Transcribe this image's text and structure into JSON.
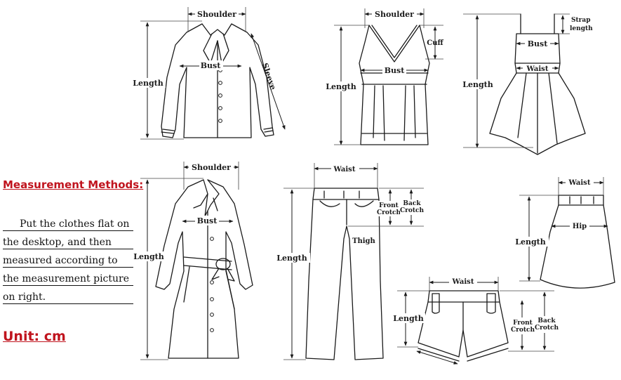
{
  "instructions": {
    "title": "Measurement Methods:",
    "lines": [
      "Put the clothes flat on",
      "the desktop,  and then",
      "measured according to",
      "the measurement picture",
      "on right."
    ],
    "unit": "Unit: cm"
  },
  "labels": {
    "shirt": {
      "shoulder": "Shoulder",
      "bust": "Bust",
      "length": "Length",
      "sleeve": "Sleeve"
    },
    "vest": {
      "shoulder": "Shoulder",
      "cuff": "Cuff",
      "bust": "Bust",
      "length": "Length"
    },
    "dress": {
      "strap_1": "Strap",
      "strap_2": "length",
      "bust": "Bust",
      "waist": "Waist",
      "length": "Length"
    },
    "coat": {
      "shoulder": "Shoulder",
      "bust": "Bust",
      "length": "Length"
    },
    "pants": {
      "waist": "Waist",
      "front_1": "Front",
      "front_2": "Crotch",
      "back_1": "Back",
      "back_2": "Crotch",
      "thigh": "Thigh",
      "length": "Length"
    },
    "skirt": {
      "waist": "Waist",
      "hip": "Hip",
      "length": "Length"
    },
    "shorts": {
      "waist": "Waist",
      "length": "Length",
      "front_1": "Front",
      "front_2": "Crotch",
      "back_1": "Back",
      "back_2": "Crotch"
    }
  },
  "colors": {
    "heading": "#c0141e",
    "line": "#1a1a1a"
  }
}
